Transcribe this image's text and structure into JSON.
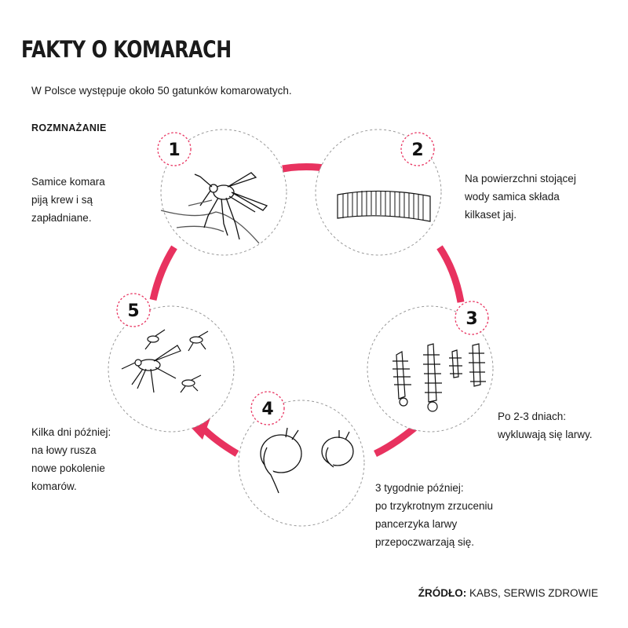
{
  "title": "FAKTY O KOMARACH",
  "subtitle": "W Polsce występuje około 50 gatunków komarowatych.",
  "section": "ROZMNAŻANIE",
  "accent_color": "#e8325f",
  "steps": [
    {
      "number": "1",
      "lines": [
        "Samice komara",
        "piją krew i są",
        "zapładniane."
      ],
      "icon": "mosquito-biting-icon"
    },
    {
      "number": "2",
      "lines": [
        "Na powierzchni stojącej",
        "wody samica składa",
        "kilkaset jaj."
      ],
      "icon": "egg-raft-icon"
    },
    {
      "number": "3",
      "lines": [
        "Po 2-3 dniach:",
        "wykluwają się larwy."
      ],
      "icon": "larvae-icon"
    },
    {
      "number": "4",
      "lines": [
        "3 tygodnie później:",
        "po trzykrotnym zrzuceniu",
        "pancerzyka larwy",
        "przepoczwarzają się."
      ],
      "icon": "pupae-icon"
    },
    {
      "number": "5",
      "lines": [
        "Kilka dni później:",
        "na łowy rusza",
        "nowe pokolenie",
        "komarów."
      ],
      "icon": "mosquitoes-flying-icon"
    }
  ],
  "source": {
    "label": "ŹRÓDŁO:",
    "value": "KABS, SERWIS ZDROWIE"
  }
}
